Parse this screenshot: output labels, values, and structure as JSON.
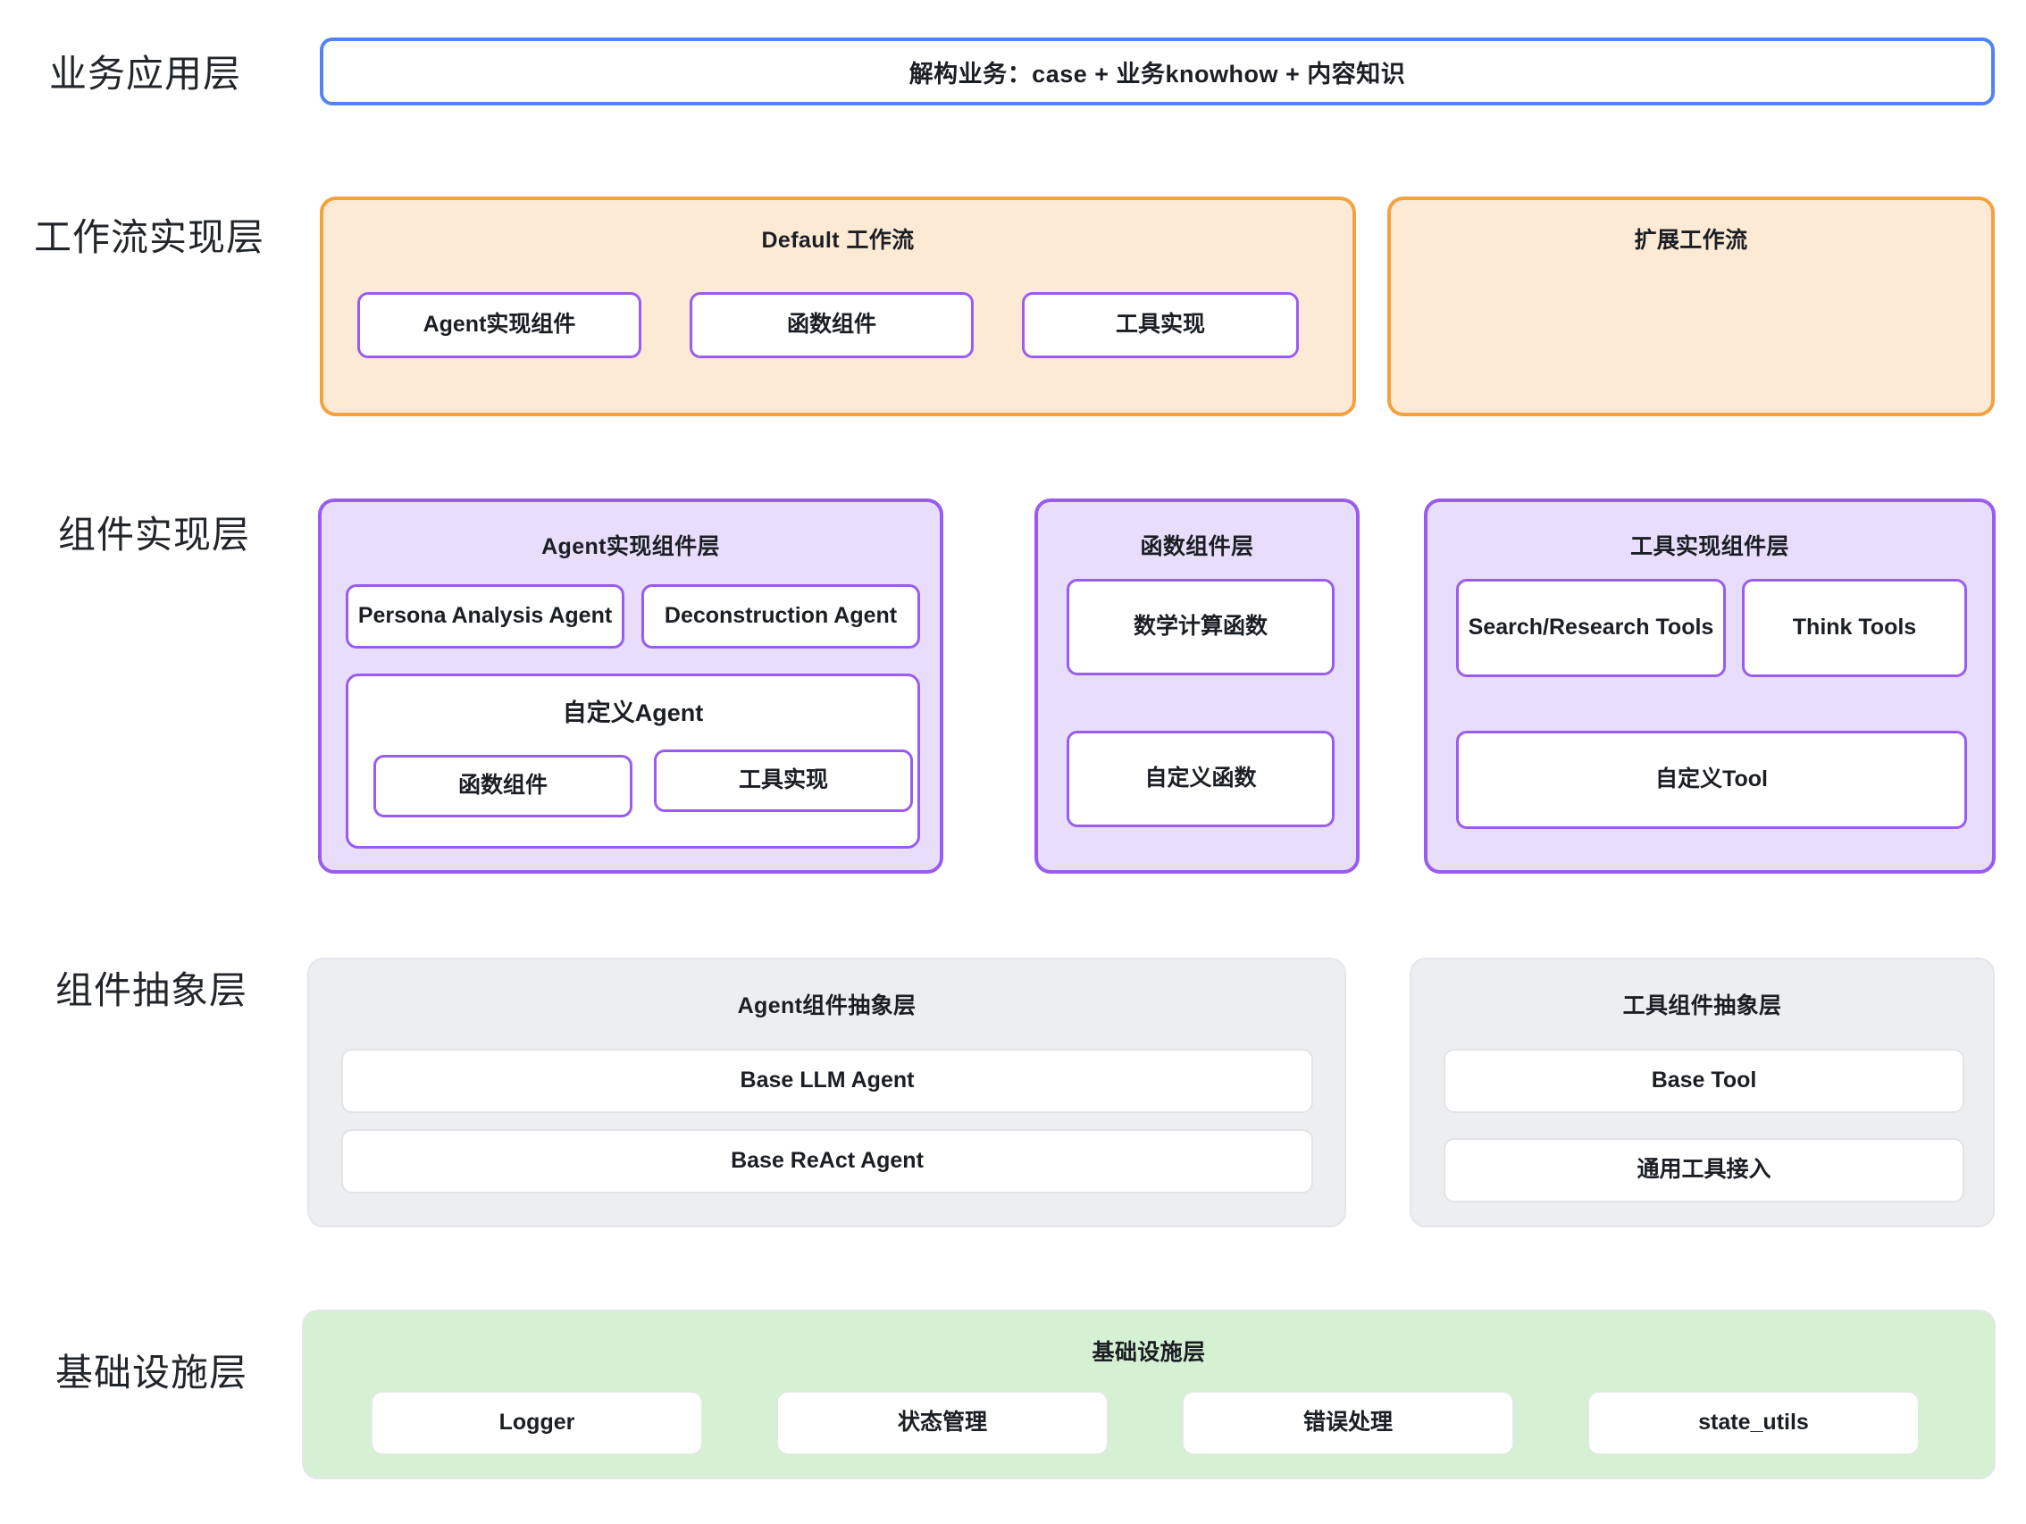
{
  "diagram": {
    "title_hidden": "",
    "rows": [
      {
        "label": "业务应用层"
      },
      {
        "label": "工作流实现层"
      },
      {
        "label": "组件实现层"
      },
      {
        "label": "组件抽象层"
      },
      {
        "label": "基础设施层"
      }
    ]
  },
  "business_layer": {
    "banner_text": "解构业务：case + 业务knowhow + 内容知识"
  },
  "workflow_layer": {
    "default_workflow": {
      "title": "Default 工作流",
      "nodes": [
        {
          "label": "Agent实现组件"
        },
        {
          "label": "函数组件"
        },
        {
          "label": "工具实现"
        }
      ]
    },
    "extended_workflow": {
      "title": "扩展工作流",
      "nodes": []
    }
  },
  "component_impl_layer": {
    "agent_group": {
      "title": "Agent实现组件层",
      "nodes": [
        {
          "label": "Persona Analysis Agent"
        },
        {
          "label": "Deconstruction Agent"
        }
      ],
      "custom_agent": {
        "title": "自定义Agent",
        "nodes": [
          {
            "label": "函数组件"
          },
          {
            "label": "工具实现"
          }
        ]
      }
    },
    "function_group": {
      "title": "函数组件层",
      "nodes": [
        {
          "label": "数学计算函数"
        },
        {
          "label": "自定义函数"
        }
      ]
    },
    "tool_group": {
      "title": "工具实现组件层",
      "nodes": [
        {
          "label": "Search/Research Tools"
        },
        {
          "label": "Think Tools"
        },
        {
          "label": "自定义Tool"
        }
      ]
    }
  },
  "component_abstract_layer": {
    "agent_abstract": {
      "title": "Agent组件抽象层",
      "nodes": [
        {
          "label": "Base LLM Agent"
        },
        {
          "label": "Base ReAct Agent"
        }
      ]
    },
    "tool_abstract": {
      "title": "工具组件抽象层",
      "nodes": [
        {
          "label": "Base Tool"
        },
        {
          "label": "通用工具接入"
        }
      ]
    }
  },
  "infrastructure_layer": {
    "title": "基础设施层",
    "nodes": [
      {
        "label": "Logger"
      },
      {
        "label": "状态管理"
      },
      {
        "label": "错误处理"
      },
      {
        "label": "state_utils"
      }
    ]
  },
  "colors": {
    "blue_border": "#5183f3",
    "orange_border": "#f5a13f",
    "orange_fill": "#fcead5",
    "purple_border": "#9a5cf0",
    "purple_fill": "#e8ddfb",
    "gray_fill": "#eceef0",
    "green_fill": "#d6f0d3",
    "text": "#1b1f24",
    "background": "#ffffff"
  }
}
